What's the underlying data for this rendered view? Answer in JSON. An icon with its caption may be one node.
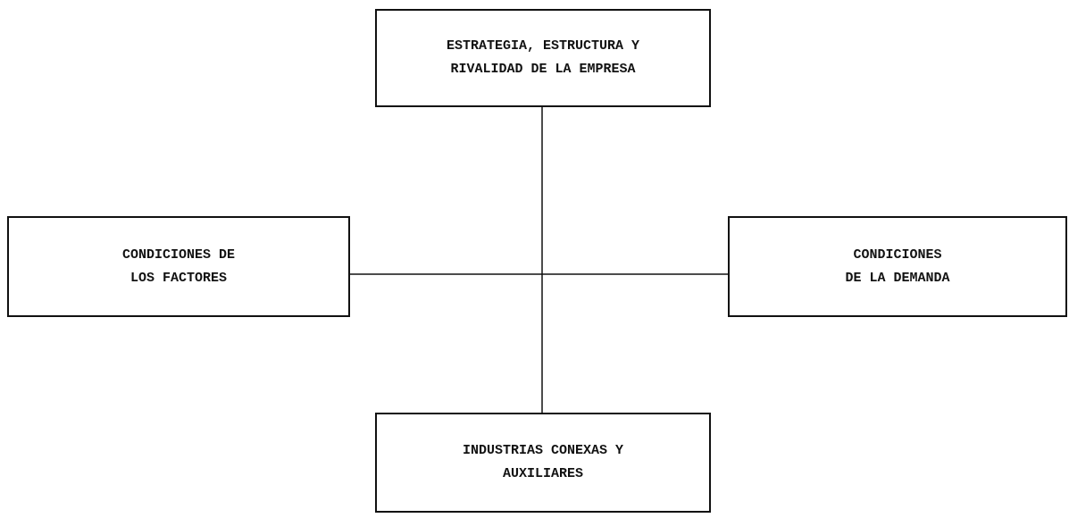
{
  "diagram": {
    "nodes": [
      {
        "text": [
          "ESTRATEGIA, ESTRUCTURA Y RIVALIDAD DE LA EMPRESA"
        ]
      },
      {
        "text": [
          "CONDICIONES DE LOS FACTORES"
        ]
      },
      {
        "text": [
          "CONDICIONES DE LA DEMANDA"
        ]
      },
      {
        "text": [
          "INDUSTRIAS CONEXAS Y AUXILIARES"
        ]
      }
    ],
    "edges": [
      {
        "from": 0,
        "to": 3,
        "arrow": "none"
      },
      {
        "from": 1,
        "to": 2,
        "arrow": "none"
      }
    ]
  }
}
